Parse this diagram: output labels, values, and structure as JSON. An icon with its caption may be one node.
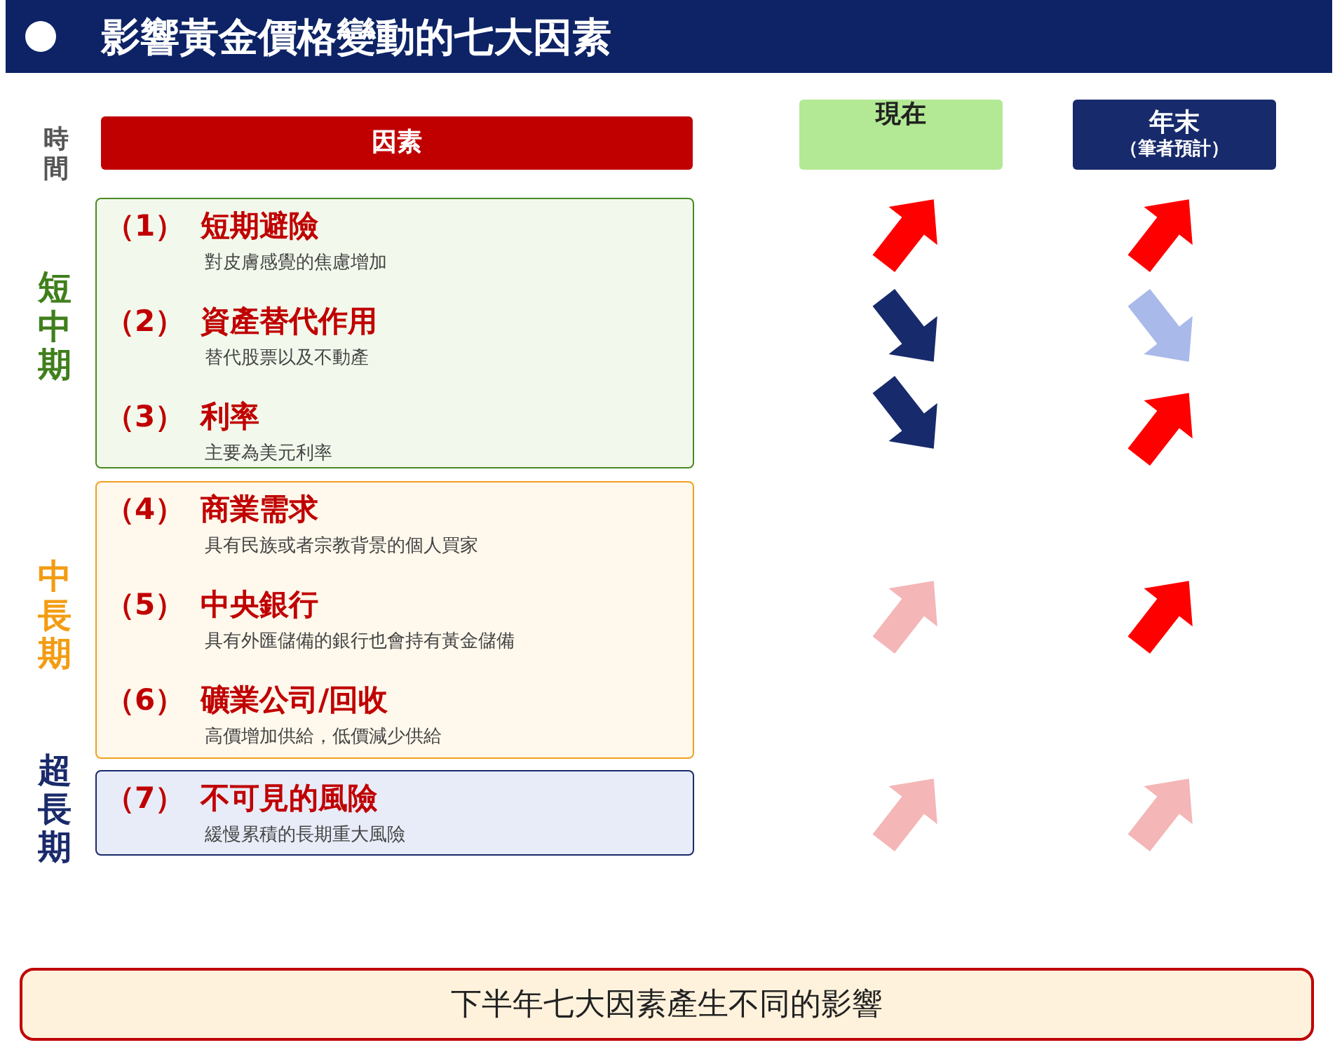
{
  "diagram": {
    "title": "影響黃金價格變動的七大因素",
    "nodes": [
      {
        "text": [
          "因素"
        ]
      },
      {
        "text": [
          "現在"
        ]
      },
      {
        "text": [
          "年末",
          "（筆者預計）"
        ]
      },
      {
        "text": [
          "（1）",
          "短期避險",
          "對皮膚感覺的焦慮增加",
          "（2）",
          "資產替代作用",
          "替代股票以及不動產",
          "（3）",
          "利率",
          "主要為美元利率"
        ],
        "beside": [
          "短中期"
        ]
      },
      {
        "text": [],
        "shape": "arrow"
      },
      {
        "text": [],
        "shape": "arrow"
      },
      {
        "text": [],
        "shape": "arrow"
      },
      {
        "text": [],
        "shape": "arrow"
      },
      {
        "text": [],
        "shape": "arrow"
      },
      {
        "text": [],
        "shape": "arrow"
      },
      {
        "text": [
          "（4）",
          "商業需求",
          "具有民族或者宗教背景的個人買家",
          "（5）",
          "中央銀行",
          "具有外匯儲備的銀行也會持有黃金儲備",
          "（6）",
          "礦業公司/回收",
          "高價增加供給，低價減少供給"
        ],
        "beside": [
          "中長期"
        ]
      },
      {
        "text": [],
        "shape": "arrow"
      },
      {
        "text": [],
        "shape": "arrow"
      },
      {
        "text": [
          "（7）",
          "不可見的風險",
          "緩慢累積的長期重大風險"
        ],
        "beside": [
          "超長期"
        ]
      },
      {
        "text": [],
        "shape": "arrow"
      },
      {
        "text": [],
        "shape": "arrow"
      },
      {
        "text": [
          "下半年七大因素產生不同的影響"
        ]
      }
    ],
    "labels": [
      "時間"
    ]
  }
}
